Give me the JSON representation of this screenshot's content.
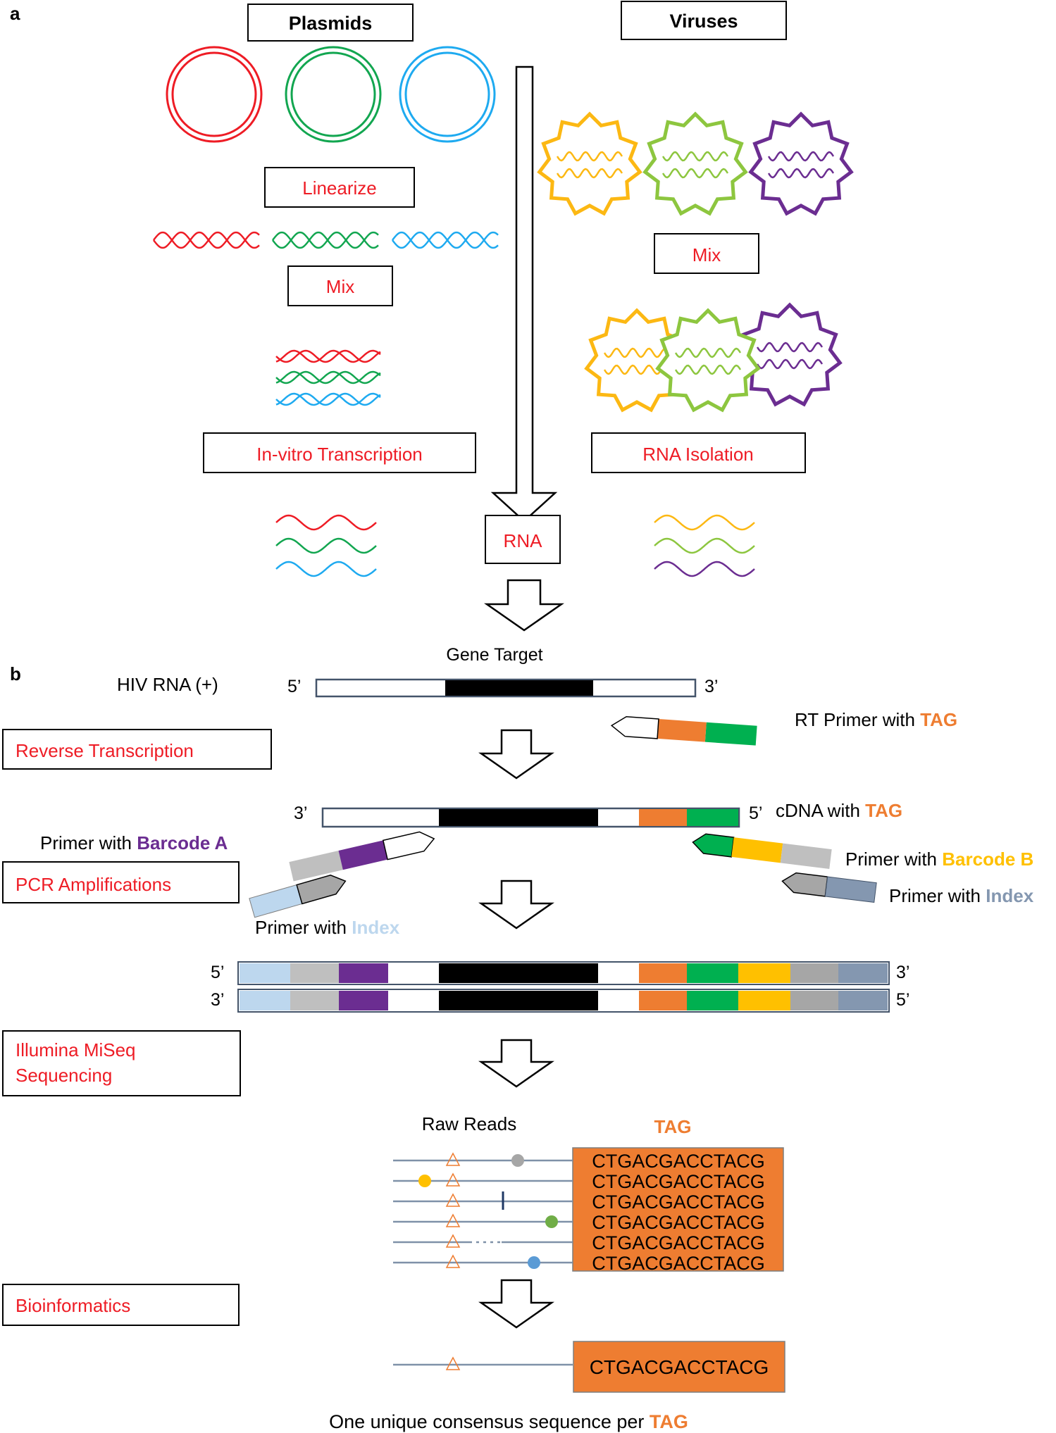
{
  "panels": {
    "a": "a",
    "b": "b"
  },
  "section_a": {
    "plasmids_label": "Plasmids",
    "viruses_label": "Viruses",
    "linearize_label": "Linearize",
    "mix_left_label": "Mix",
    "mix_right_label": "Mix",
    "ivt_label": "In-vitro Transcription",
    "rna_isolation_label": "RNA Isolation",
    "rna_label": "RNA"
  },
  "section_b": {
    "gene_target_label": "Gene Target",
    "hiv_rna_label": "HIV RNA (+)",
    "five_prime": "5’",
    "three_prime": "3’",
    "rt_primer_prefix": "RT Primer with ",
    "tag_word": "TAG",
    "reverse_transcription_label": "Reverse Transcription",
    "cdna_prefix": "cDNA with ",
    "primer_with": "Primer with ",
    "barcode_a": "Barcode A",
    "barcode_b": "Barcode B",
    "index_word": "Index",
    "pcr_label": "PCR Amplifications",
    "illumina_line1": "Illumina MiSeq",
    "illumina_line2": "Sequencing",
    "raw_reads_label": "Raw Reads",
    "tag_header": "TAG",
    "tag_sequence": "CTGACGACCTACG",
    "bioinformatics_label": "Bioinformatics",
    "consensus_prefix": "One unique consensus sequence per ",
    "consensus_tag": "TAG"
  },
  "colors": {
    "red": "#ee1c25",
    "green": "#12a650",
    "blue": "#1eaaf0",
    "yellow": "#fcb813",
    "lime": "#8dc63f",
    "purple": "#6b2d91",
    "orange": "#ee7d31",
    "barcode_green": "#00b050",
    "gold": "#ffc000",
    "light_blue": "#bdd7ee",
    "slate": "#8497b0",
    "gray": "#bfbfbf",
    "dark_gray": "#a6a6a6",
    "navy": "#1f3864",
    "line_gray": "#7f91a8"
  }
}
